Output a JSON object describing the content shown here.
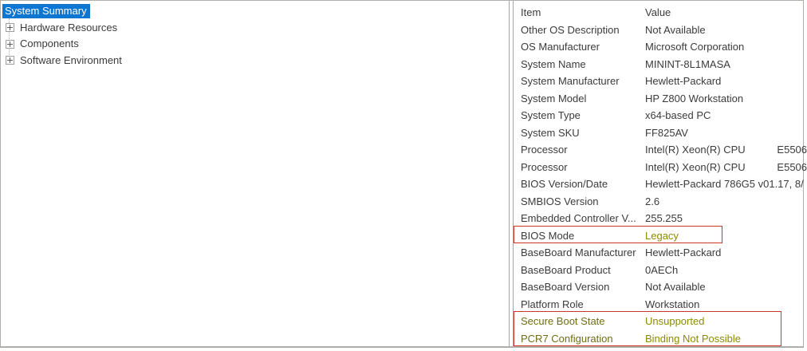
{
  "colors": {
    "selection-bg": "#0d76d1",
    "selection-text": "#ffffff",
    "text": "#3b3b3b",
    "olive": "#8c8b00",
    "olive-dark": "#6f6d15",
    "annotation-red": "#d0352b",
    "window-border": "#b0aeab",
    "divider": "#a6a6a6",
    "tree-line": "#b5b5b5"
  },
  "tree": {
    "items": [
      {
        "id": "system-summary",
        "label": "System Summary",
        "selected": true,
        "has_expander": false
      },
      {
        "id": "hardware-resources",
        "label": "Hardware Resources",
        "selected": false,
        "has_expander": true
      },
      {
        "id": "components",
        "label": "Components",
        "selected": false,
        "has_expander": true
      },
      {
        "id": "software-environment",
        "label": "Software Environment",
        "selected": false,
        "has_expander": true
      }
    ]
  },
  "details": {
    "columns": [
      "Item",
      "Value"
    ],
    "rows": [
      {
        "item": "Other OS Description",
        "value": "Not Available"
      },
      {
        "item": "OS Manufacturer",
        "value": "Microsoft Corporation"
      },
      {
        "item": "System Name",
        "value": "MININT-8L1MASA"
      },
      {
        "item": "System Manufacturer",
        "value": "Hewlett-Packard"
      },
      {
        "item": "System Model",
        "value": "HP Z800 Workstation"
      },
      {
        "item": "System Type",
        "value": "x64-based PC"
      },
      {
        "item": "System SKU",
        "value": "FF825AV"
      },
      {
        "item": "Processor",
        "value": "Intel(R) Xeon(R) CPU           E5506"
      },
      {
        "item": "Processor",
        "value": "Intel(R) Xeon(R) CPU           E5506"
      },
      {
        "item": "BIOS Version/Date",
        "value": "Hewlett-Packard 786G5 v01.17, 8/"
      },
      {
        "item": "SMBIOS Version",
        "value": "2.6"
      },
      {
        "item": "Embedded Controller V...",
        "value": "255.255"
      },
      {
        "item": "BIOS Mode",
        "value": "Legacy",
        "olive_value": true
      },
      {
        "item": "BaseBoard Manufacturer",
        "value": "Hewlett-Packard"
      },
      {
        "item": "BaseBoard Product",
        "value": "0AECh"
      },
      {
        "item": "BaseBoard Version",
        "value": "Not Available"
      },
      {
        "item": "Platform Role",
        "value": "Workstation"
      },
      {
        "item": "Secure Boot State",
        "value": "Unsupported",
        "olive_item": true,
        "olive_value": true
      },
      {
        "item": "PCR7 Configuration",
        "value": "Binding Not Possible",
        "olive_item": true,
        "olive_value": true
      }
    ]
  }
}
